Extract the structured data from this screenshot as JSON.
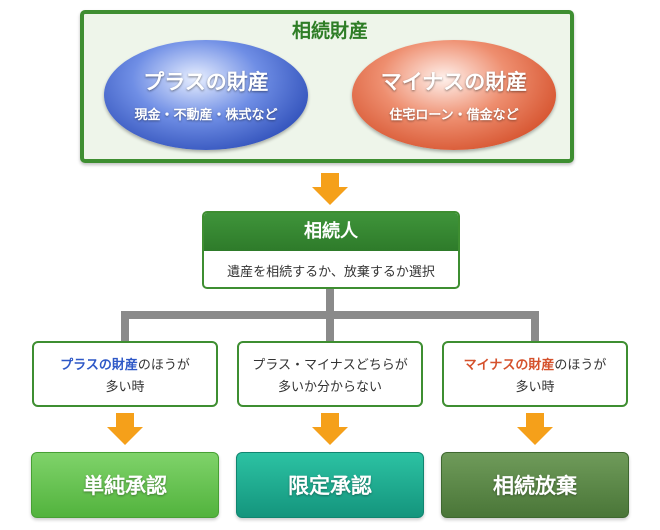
{
  "estate": {
    "title": "相続財産",
    "plus": {
      "title": "プラスの財産",
      "subtitle": "現金・不動産・株式など"
    },
    "minus": {
      "title": "マイナスの財産",
      "subtitle": "住宅ローン・借金など"
    }
  },
  "heir": {
    "title": "相続人",
    "description": "遺産を相続するか、放棄するか選択"
  },
  "conditions": [
    {
      "highlight": "プラスの財産",
      "line1_rest": "のほうが",
      "line2": "多い時"
    },
    {
      "highlight": "",
      "line1_rest": "プラス・マイナスどちらが",
      "line2": "多いか分からない"
    },
    {
      "highlight": "マイナスの財産",
      "line1_rest": "のほうが",
      "line2": "多い時"
    }
  ],
  "results": [
    "単純承認",
    "限定承認",
    "相続放棄"
  ],
  "colors": {
    "green_border": "#3e8e31",
    "arrow": "#f5a01a",
    "plus": "#2e58c7",
    "minus": "#d5512c",
    "connector": "#8a8a8a"
  },
  "icons": {
    "arrow": "down-arrow-icon"
  }
}
